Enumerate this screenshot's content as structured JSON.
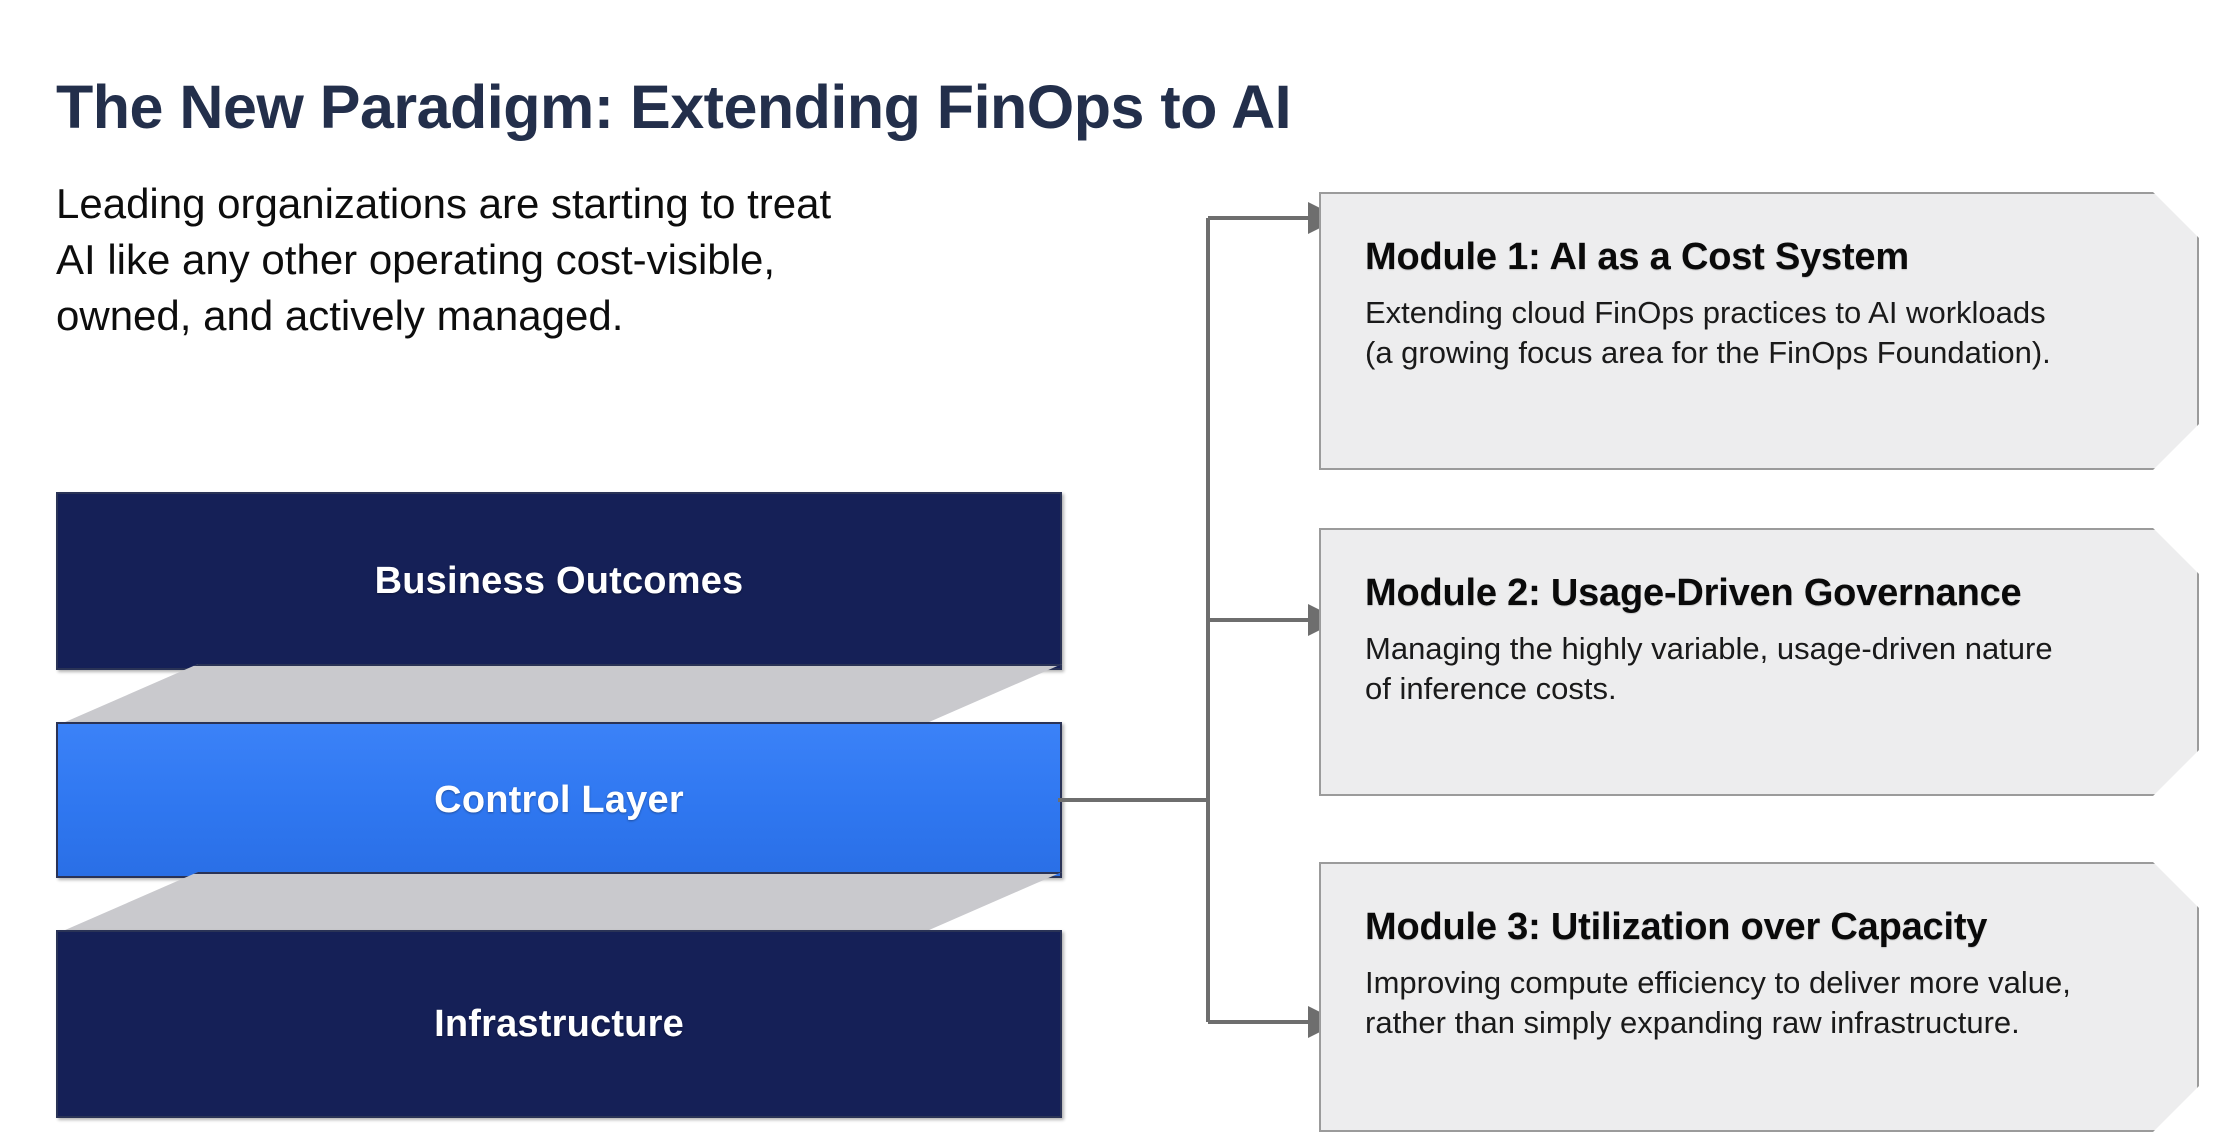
{
  "header": {
    "title": "The New Paradigm: Extending FinOps to AI",
    "subtitle_lines": [
      "Leading organizations are starting to treat",
      "AI like any other operating cost-visible,",
      "owned, and actively managed."
    ]
  },
  "colors": {
    "title": "#232f4b",
    "layer_dark": "#152057",
    "layer_accent": "#2f77f0",
    "layer_base_gray": "#c9c9cd",
    "card_bg": "#ededee",
    "card_border": "#9b9b9b",
    "connector": "#6e6e6e"
  },
  "stack": {
    "layers": [
      {
        "id": "business-outcomes",
        "label": "Business Outcomes",
        "color": "#152057",
        "has_base": true
      },
      {
        "id": "control",
        "label": "Control Layer",
        "color": "#2f77f0",
        "has_base": true
      },
      {
        "id": "infrastructure",
        "label": "Infrastructure",
        "color": "#152057",
        "has_base": false
      }
    ]
  },
  "modules": [
    {
      "id": "module-1",
      "heading": "Module 1: AI as a Cost System",
      "body_lines": [
        "Extending cloud FinOps practices to AI workloads",
        "(a growing focus area for the FinOps Foundation)."
      ]
    },
    {
      "id": "module-2",
      "heading": "Module 2: Usage-Driven Governance",
      "body_lines": [
        "Managing the highly variable, usage-driven nature",
        "of inference costs."
      ]
    },
    {
      "id": "module-3",
      "heading": "Module 3: Utilization over Capacity",
      "body_lines": [
        "Improving compute efficiency to deliver more value,",
        "rather than simply expanding raw infrastructure."
      ]
    }
  ],
  "connectors": {
    "source": "Control Layer",
    "targets": [
      "Module 1: AI as a Cost System",
      "Module 2: Usage-Driven Governance",
      "Module 3: Utilization over Capacity"
    ],
    "arrow_count": 3
  }
}
